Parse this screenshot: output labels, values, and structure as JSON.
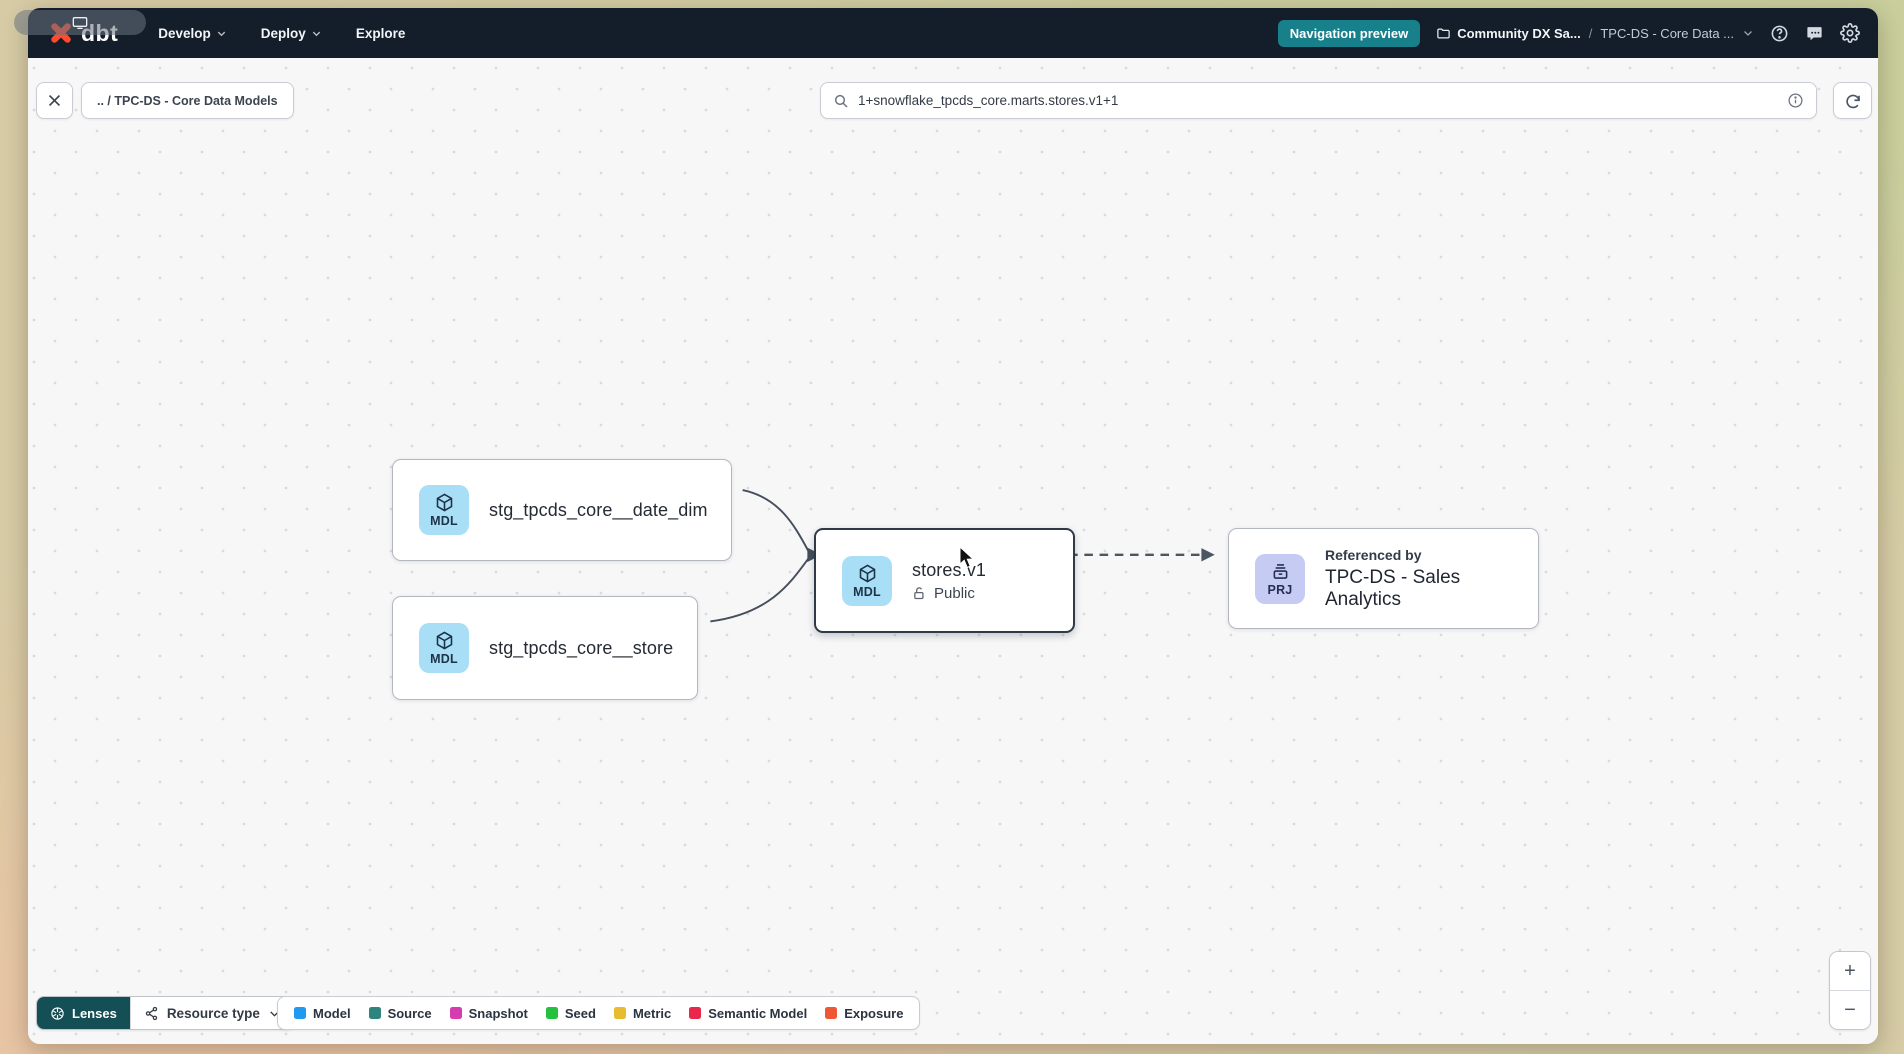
{
  "colors": {
    "navbar_bg": "#141e2b",
    "accent_teal": "#17808a",
    "badge_mdl_bg": "#a9def7",
    "badge_prj_bg": "#c5cbf3",
    "selected_border": "#2e3a47"
  },
  "nav": {
    "logo_text": "dbt",
    "items": [
      {
        "label": "Develop"
      },
      {
        "label": "Deploy"
      },
      {
        "label": "Explore"
      }
    ],
    "preview_badge": "Navigation preview",
    "breadcrumb": {
      "project": "Community DX Sa...",
      "separator": "/",
      "page": "TPC-DS - Core Data ..."
    }
  },
  "toolbar": {
    "path_chip": ".. / TPC-DS - Core Data Models",
    "search_value": "1+snowflake_tpcds_core.marts.stores.v1+1"
  },
  "canvas": {
    "nodes": [
      {
        "badge": "MDL",
        "title": "stg_tpcds_core__date_dim"
      },
      {
        "badge": "MDL",
        "title": "stg_tpcds_core__store"
      },
      {
        "badge": "MDL",
        "title": "stores.v1",
        "subtitle": "Public",
        "selected": true
      },
      {
        "badge": "PRJ",
        "subtitle_top": "Referenced by",
        "title": "TPC-DS - Sales Analytics"
      }
    ]
  },
  "footer": {
    "lenses_label": "Lenses",
    "resource_type_label": "Resource type",
    "legend": [
      {
        "label": "Model",
        "color": "#1e9bf0"
      },
      {
        "label": "Source",
        "color": "#2e857d"
      },
      {
        "label": "Snapshot",
        "color": "#d63bb0"
      },
      {
        "label": "Seed",
        "color": "#23c13d"
      },
      {
        "label": "Metric",
        "color": "#e9bb2f"
      },
      {
        "label": "Semantic Model",
        "color": "#e8274b"
      },
      {
        "label": "Exposure",
        "color": "#ef5633"
      }
    ],
    "zoom_in": "+",
    "zoom_out": "−"
  }
}
